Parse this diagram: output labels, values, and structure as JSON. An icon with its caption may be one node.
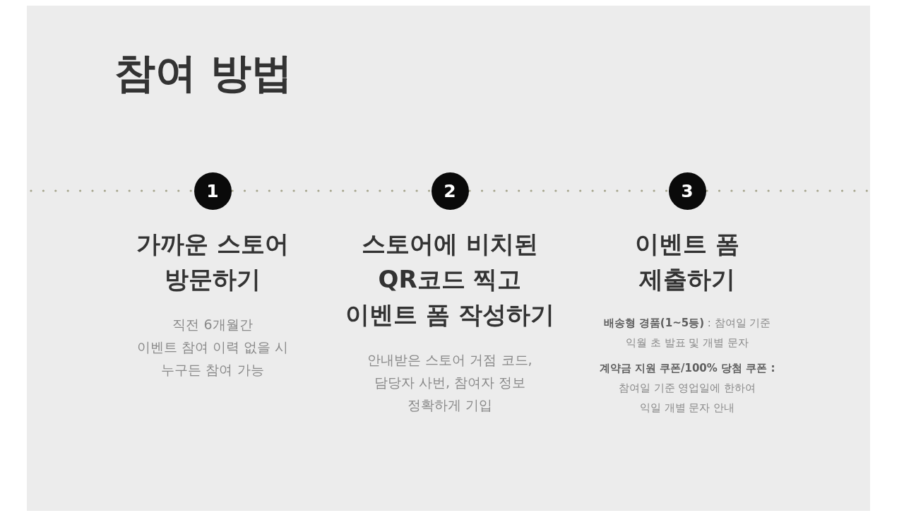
{
  "diagram": {
    "title": "참여 방법",
    "nodes": [
      {
        "text": [
          "1"
        ],
        "beside": [
          "가까운 스토어 방문하기",
          "직전 6개월간 이벤트 참여 이력 없을 시 누구든 참여 가능"
        ]
      },
      {
        "text": [
          "2"
        ],
        "beside": [
          "스토어에 비치된 QR코드 찍고 이벤트 폼 작성하기",
          "안내받은 스토어 거점 코드, 담당자 사번, 참여자 정보 정확하게 기입"
        ]
      },
      {
        "text": [
          "3"
        ],
        "beside": [
          "이벤트 폼 제출하기",
          "**배송형 경품(1~5등)** : 참여일 기준 익월 초 발표 및 개별 문자",
          "**계약금 지원 쿠폰/100% 당첨 쿠폰 :** 참여일 기준 영업일에 한하여 익일 개별 문자 안내"
        ]
      }
    ],
    "edges": [
      {
        "from": null,
        "to": 0,
        "arrow": "none",
        "style": "dashed"
      },
      {
        "from": 0,
        "to": 1,
        "arrow": "none",
        "style": "dashed"
      },
      {
        "from": 1,
        "to": 2,
        "arrow": "none",
        "style": "dashed"
      },
      {
        "from": 2,
        "to": null,
        "arrow": "none",
        "style": "dashed"
      }
    ]
  }
}
